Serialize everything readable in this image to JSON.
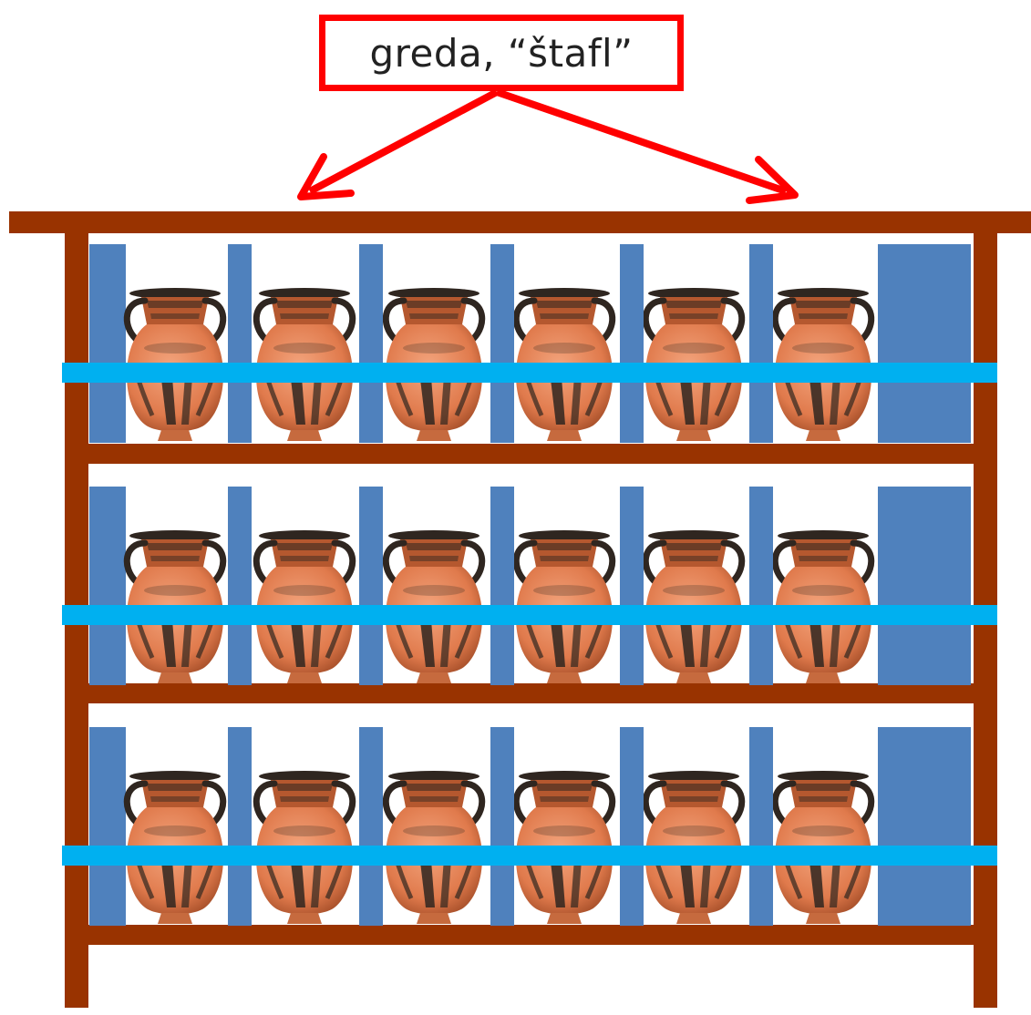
{
  "callout": {
    "label": "greda, “štafl”",
    "border_color": "#ff0000",
    "arrow_color": "#ff0000"
  },
  "colors": {
    "wood": "#993300",
    "divider": "#4f81bd",
    "strap": "#00b0f0",
    "vase_body": "#e8875a",
    "vase_dark": "#3a2a22",
    "vase_neck": "#b5582f"
  },
  "shelving": {
    "shelf_count": 3,
    "vases_per_shelf": 6
  }
}
